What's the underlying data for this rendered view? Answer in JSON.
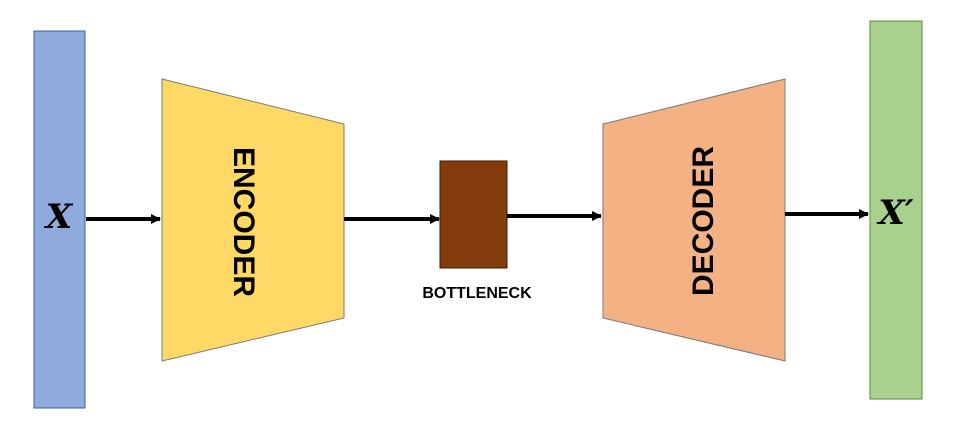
{
  "input_label": "X",
  "output_label": "X′",
  "encoder_label": "ENCODER",
  "decoder_label": "DECODER",
  "bottleneck_label": "BOTTLENECK",
  "colors": {
    "input_fill": "#8faadc",
    "input_stroke": "#3f5f9f",
    "encoder_fill": "#ffd966",
    "encoder_stroke": "#7a7a7a",
    "bottleneck_fill": "#843c0c",
    "bottleneck_stroke": "#3b1a05",
    "decoder_fill": "#f4b183",
    "decoder_stroke": "#7a7a7a",
    "output_fill": "#a9d18e",
    "output_stroke": "#5b8a3c",
    "arrow": "#000000"
  }
}
